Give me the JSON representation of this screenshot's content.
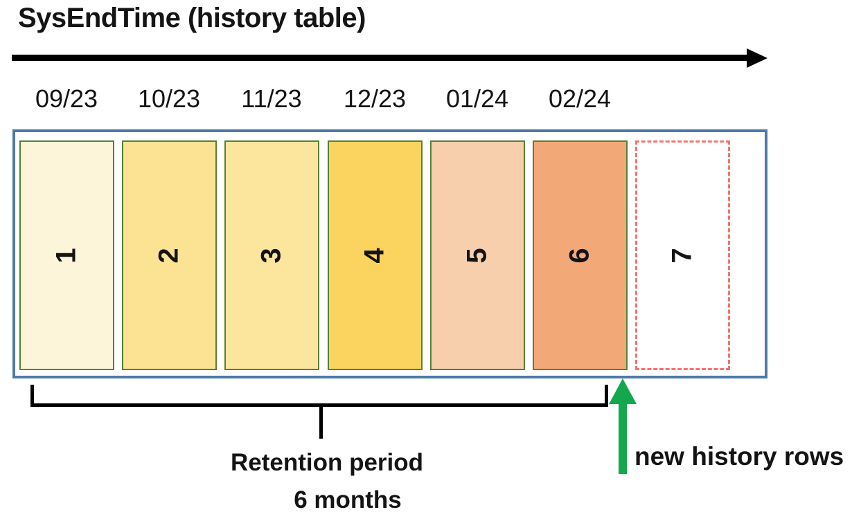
{
  "title": "SysEndTime (history table)",
  "timeline": {
    "dates": [
      "09/23",
      "10/23",
      "11/23",
      "12/23",
      "01/24",
      "02/24"
    ]
  },
  "partitions": [
    {
      "label": "1",
      "fill": "#fdf5d9",
      "border": "solid"
    },
    {
      "label": "2",
      "fill": "#fce394",
      "border": "solid"
    },
    {
      "label": "3",
      "fill": "#fce59d",
      "border": "solid"
    },
    {
      "label": "4",
      "fill": "#fbd45f",
      "border": "solid"
    },
    {
      "label": "5",
      "fill": "#f8cfad",
      "border": "solid"
    },
    {
      "label": "6",
      "fill": "#f3a877",
      "border": "solid"
    },
    {
      "label": "7",
      "fill": "#ffffff",
      "border": "dashed"
    }
  ],
  "annotations": {
    "retention_line1": "Retention period",
    "retention_line2": "6 months",
    "new_rows_label": "new history rows"
  },
  "colors": {
    "box_border": "#4d7aa9",
    "partition_border": "#548235",
    "dashed_border": "#f4736e",
    "arrow_green": "#14a84e",
    "timeline_black": "#000000"
  }
}
